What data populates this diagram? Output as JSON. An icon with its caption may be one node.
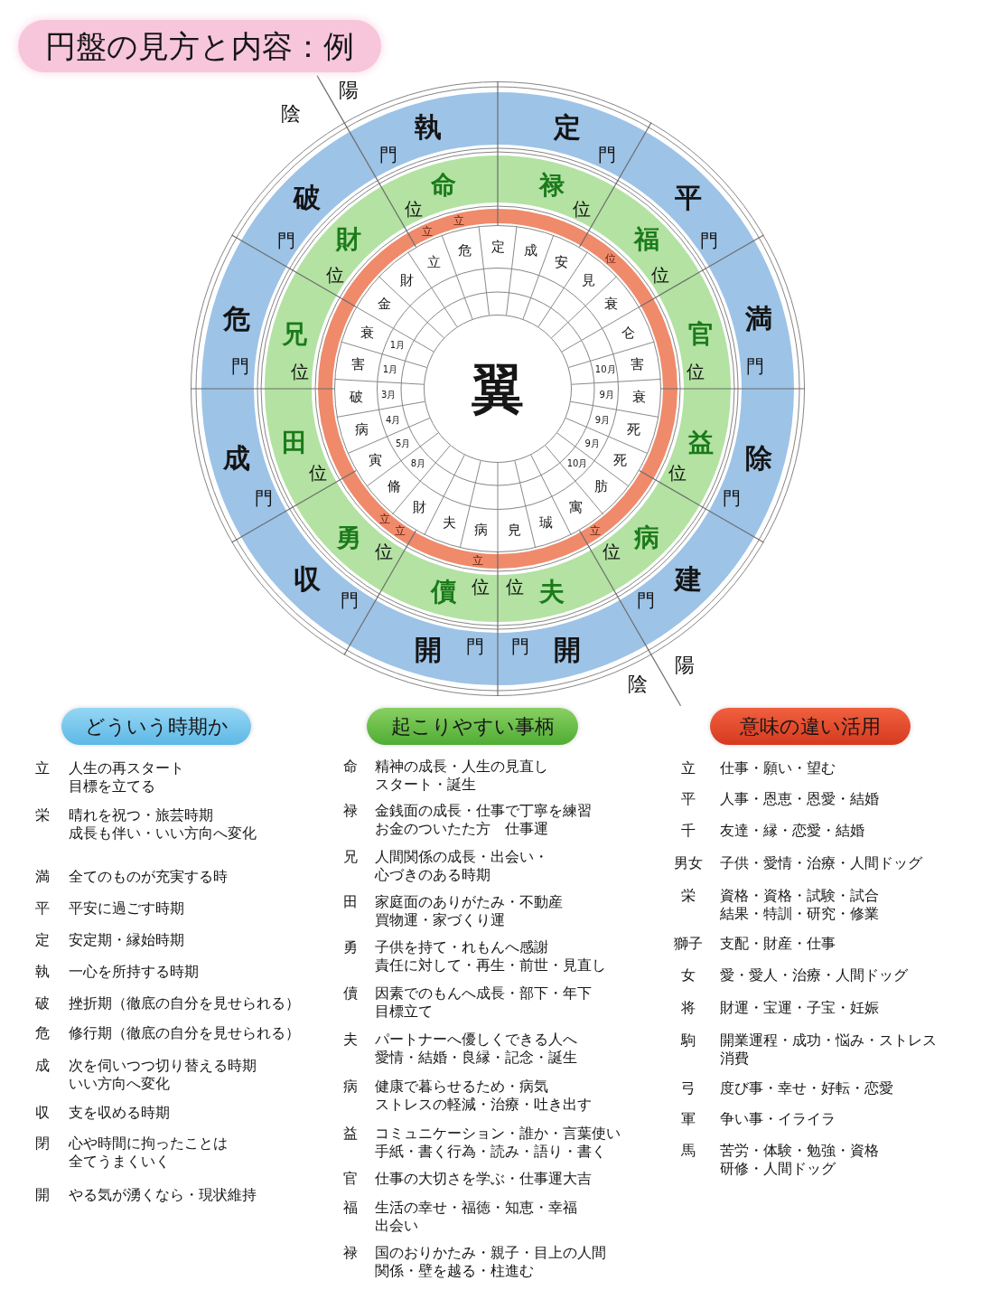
{
  "diagram": {
    "title": "円盤の見方と内容：例",
    "nodes": [
      {
        "text": [
          "定",
          "門",
          "平",
          "門",
          "満",
          "門",
          "除",
          "門",
          "建",
          "門",
          "開",
          "門",
          "開",
          "門",
          "収",
          "門",
          "成",
          "門",
          "危",
          "門",
          "破",
          "門",
          "執",
          "門"
        ]
      },
      {
        "text": [
          "禄",
          "位",
          "福",
          "位",
          "官",
          "位",
          "益",
          "位",
          "病",
          "位",
          "夫",
          "位",
          "儥",
          "位",
          "勇",
          "位",
          "田",
          "位",
          "兄",
          "位",
          "財",
          "位",
          "命",
          "位"
        ],
        "in": 0
      },
      {
        "text": [
          "位",
          "立",
          "立",
          "立",
          "立",
          "立",
          "立"
        ],
        "in": 1
      },
      {
        "text": [
          "定",
          "成",
          "安",
          "見",
          "衰",
          "仑",
          "害",
          "衰",
          "死",
          "死",
          "肪",
          "寓",
          "珹",
          "皃",
          "病",
          "夫",
          "財",
          "脩",
          "寅",
          "病",
          "破",
          "害",
          "衰",
          "金",
          "財",
          "立",
          "危"
        ],
        "in": 2
      },
      {
        "text": [
          "10月",
          "9月",
          "9月",
          "9月",
          "10月",
          "8月",
          "5月",
          "4月",
          "3月",
          "1月",
          "1月"
        ],
        "in": 3
      },
      {
        "text": [
          "翼"
        ],
        "in": 4
      },
      {
        "text": [
          "どういう時期か"
        ]
      },
      {
        "text": [
          "起こりやすい事柄"
        ]
      },
      {
        "text": [
          "意味の違い活用"
        ]
      }
    ],
    "labels": [
      "陰",
      "陽",
      "陽",
      "陰",
      "立",
      "人生の再スタート目標を立てる",
      "栄",
      "晴れを祝つ・旅芸時期成長も伴い・いい方向へ変化",
      "満",
      "全てのものが充実する時",
      "平",
      "平安に過ごす時期",
      "定",
      "安定期・縁始時期",
      "執",
      "一心を所持する時期",
      "破",
      "挫折期（徹底の自分を見せられる）",
      "危",
      "修行期（徹底の自分を見せられる）",
      "成",
      "次を伺いつつ切り替える時期いい方向へ変化",
      "収",
      "支を収める時期",
      "閉",
      "心や時間に拘ったことは全てうまくいく",
      "開",
      "やる気が湧くなら・現状維持",
      "命",
      "精神の成長・人生の見直しスタート・誕生",
      "禄",
      "金銭面の成長・仕事で丁寧を練習お金のついたた方　仕事運",
      "兄",
      "人間関係の成長・出会い・心づきのある時期",
      "田",
      "家庭面のありがたみ・不動産買物運・家づくり運",
      "勇",
      "子供を持て・れもんへ感謝責任に対して・再生・前世・見直し",
      "儥",
      "因素でのもんへ成長・部下・年下目標立て",
      "夫",
      "パートナーへ優しくできる人へ愛情・結婚・良縁・記念・誕生",
      "病",
      "健康で暮らせるため・病気ストレスの軽減・治療・吐き出す",
      "益",
      "コミュニケーション・誰か・言葉使い手紙・書く行為・読み・語り・書く",
      "官",
      "仕事の大切さを学ぶ・仕事運大吉",
      "福",
      "生活の幸せ・福徳・知恵・幸福出会い",
      "禄",
      "国のおりかたみ・親子・目上の人間関係・壁を越る・柱進む",
      "立",
      "仕事・願い・望む",
      "平",
      "人事・恩恵・恩愛・結婚",
      "千",
      "友達・縁・恋愛・結婚",
      "男女",
      "子供・愛情・治療・人間ドッグ",
      "栄",
      "資格・資格・試験・試合結果・特訓・研究・修業",
      "獅子",
      "支配・財産・仕事",
      "女",
      "愛・愛人・治療・人間ドッグ",
      "将",
      "財運・宝運・子宝・妊娠",
      "駒",
      "開業運程・成功・悩み・ストレス消費",
      "弓",
      "度び事・幸せ・好転・恋愛",
      "軍",
      "争い事・イライラ",
      "馬",
      "苦労・体験・勉強・資格研修・人間ドッグ"
    ]
  }
}
